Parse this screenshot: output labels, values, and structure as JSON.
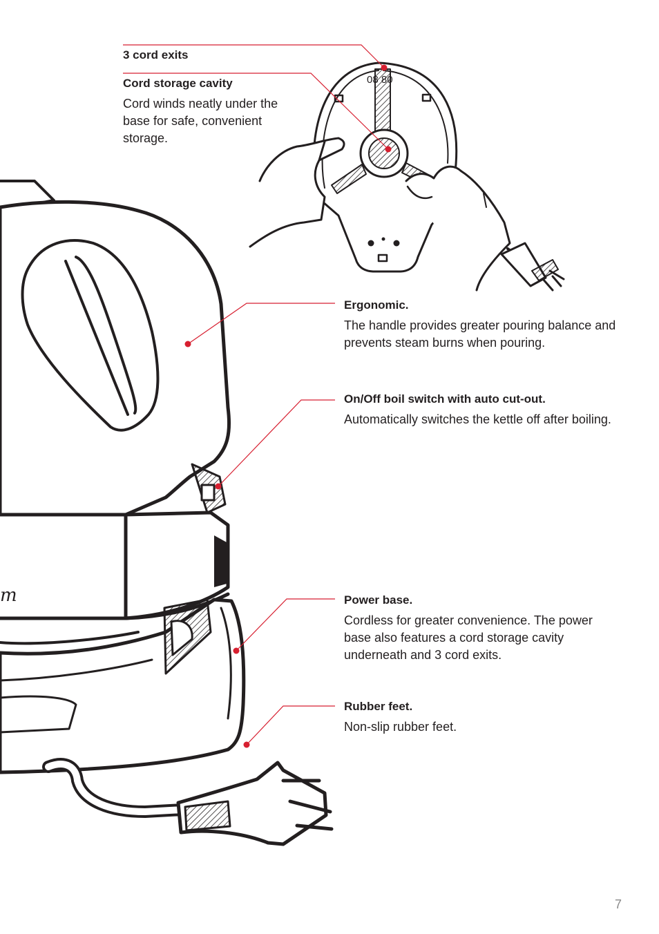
{
  "callouts": {
    "cord_exits": {
      "title": "3 cord exits"
    },
    "cord_storage": {
      "title": "Cord storage cavity",
      "body": "Cord winds neatly under the base for safe, convenient storage."
    },
    "ergonomic": {
      "title": "Ergonomic.",
      "body": "The handle provides greater pouring balance and prevents steam burns when pouring."
    },
    "switch": {
      "title": "On/Off boil switch with auto cut-out.",
      "body": "Automatically switches the kettle off after boiling."
    },
    "power_base": {
      "title": "Power base.",
      "body": "Cordless for greater convenience. The power base also features a cord storage cavity underneath and 3 cord exits."
    },
    "rubber_feet": {
      "title": "Rubber feet.",
      "body": "Non-slip rubber feet."
    }
  },
  "base_markings": "08  80",
  "page_number": "7",
  "colors": {
    "leader": "#d71f30",
    "ink": "#231f20",
    "page_number": "#8a8a8a"
  }
}
